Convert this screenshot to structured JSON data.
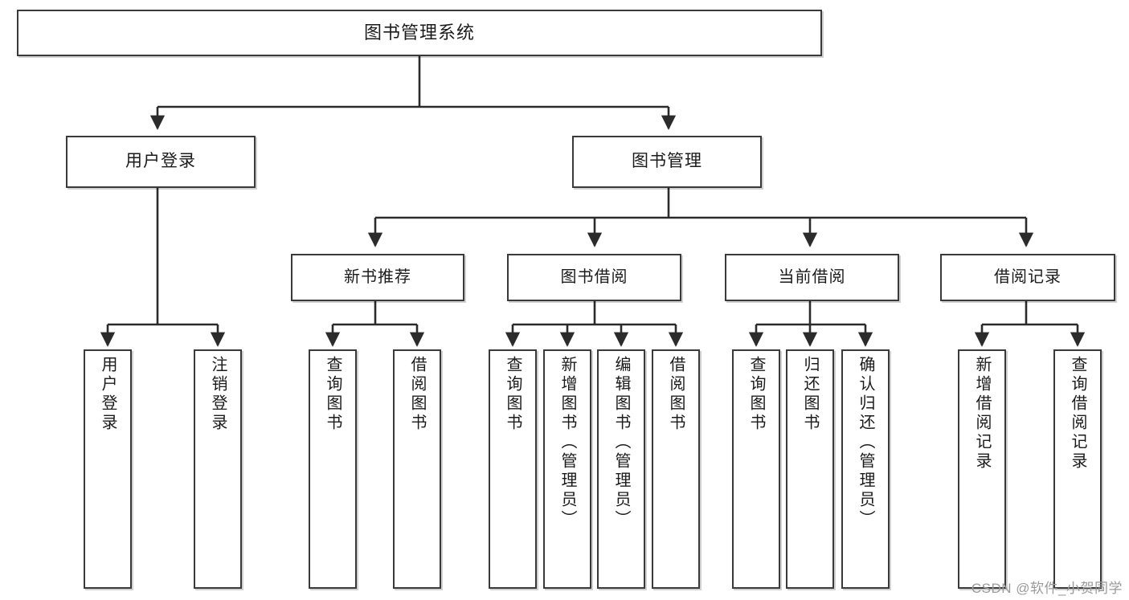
{
  "diagram": {
    "type": "tree",
    "title": "图书管理系统",
    "watermark": "CSDN @软件_小贺同学",
    "colors": {
      "box_border": "#3a3a3a",
      "box_fill": "#ffffff",
      "connector": "#2b2b2b",
      "text": "#1b1b1b",
      "watermark": "#9a9a9a"
    },
    "nodes": {
      "root": {
        "label": "图书管理系统"
      },
      "level2": [
        {
          "id": "user-login",
          "label": "用户登录"
        },
        {
          "id": "book-manage",
          "label": "图书管理"
        }
      ],
      "level3": [
        {
          "id": "new-book-recommend",
          "label": "新书推荐"
        },
        {
          "id": "book-borrow",
          "label": "图书借阅"
        },
        {
          "id": "current-borrow",
          "label": "当前借阅"
        },
        {
          "id": "borrow-record",
          "label": "借阅记录"
        }
      ],
      "leaves": [
        {
          "id": "leaf-user-login",
          "label": "用户登录"
        },
        {
          "id": "leaf-logout-login",
          "label": "注销登录"
        },
        {
          "id": "leaf-query-book-1",
          "label": "查询图书"
        },
        {
          "id": "leaf-borrow-book-1",
          "label": "借阅图书"
        },
        {
          "id": "leaf-query-book-2",
          "label": "查询图书"
        },
        {
          "id": "leaf-add-book-admin",
          "label": "新增图书（管理员）"
        },
        {
          "id": "leaf-edit-book-admin",
          "label": "编辑图书（管理员）"
        },
        {
          "id": "leaf-borrow-book-2",
          "label": "借阅图书"
        },
        {
          "id": "leaf-query-book-3",
          "label": "查询图书"
        },
        {
          "id": "leaf-return-book",
          "label": "归还图书"
        },
        {
          "id": "leaf-confirm-return-admin",
          "label": "确认归还（管理员）"
        },
        {
          "id": "leaf-add-borrow-record",
          "label": "新增借阅记录"
        },
        {
          "id": "leaf-query-borrow-record",
          "label": "查询借阅记录"
        }
      ]
    }
  }
}
